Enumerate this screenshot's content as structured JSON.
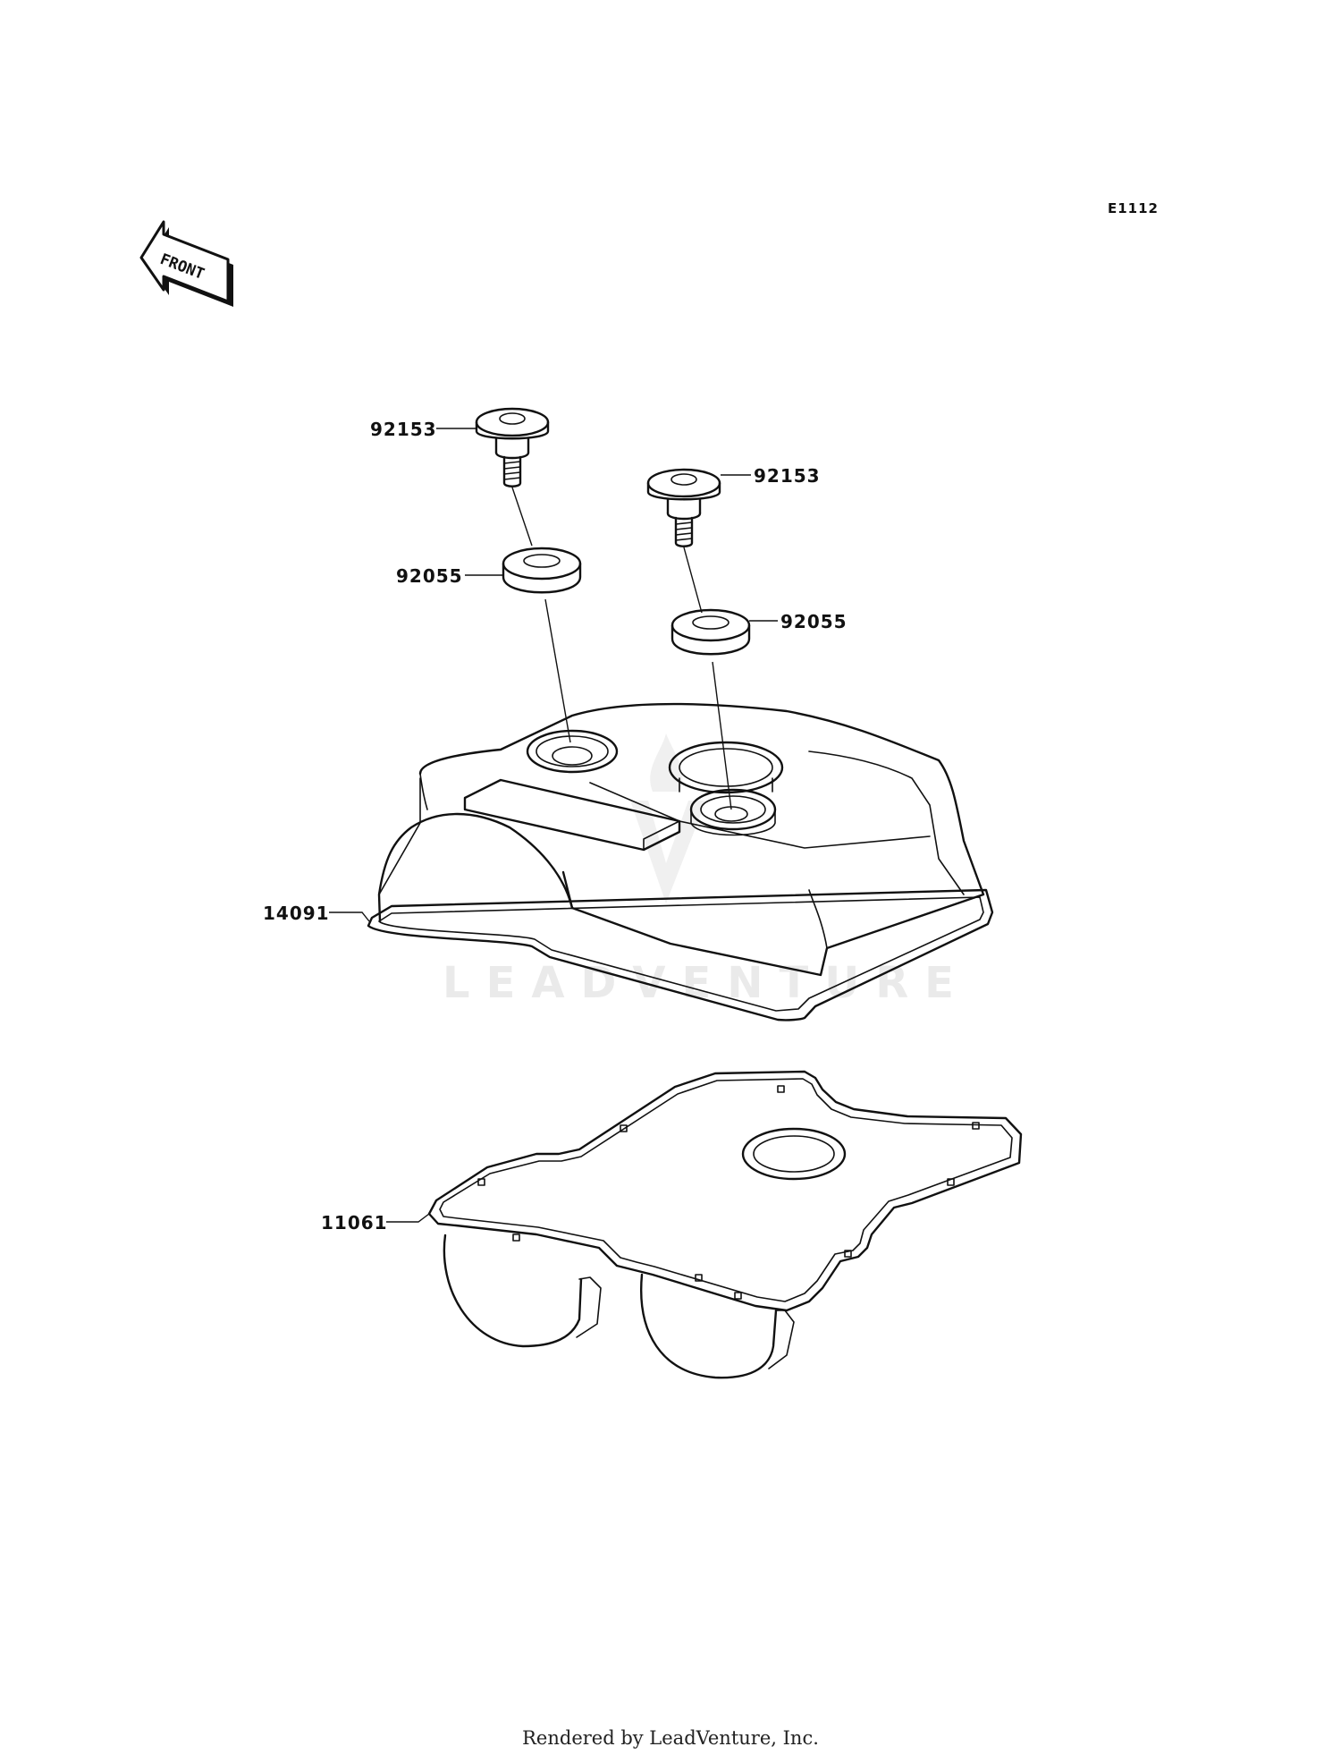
{
  "diagram_code": "E1112",
  "orientation_label": "FRONT",
  "watermark": "LEADVENTURE",
  "footer": "Rendered by LeadVenture, Inc.",
  "callouts": {
    "bolt_left": "92153",
    "bolt_right": "92153",
    "grommet_left": "92055",
    "grommet_right": "92055",
    "cylinder_head_cover": "14091",
    "gasket": "11061"
  }
}
